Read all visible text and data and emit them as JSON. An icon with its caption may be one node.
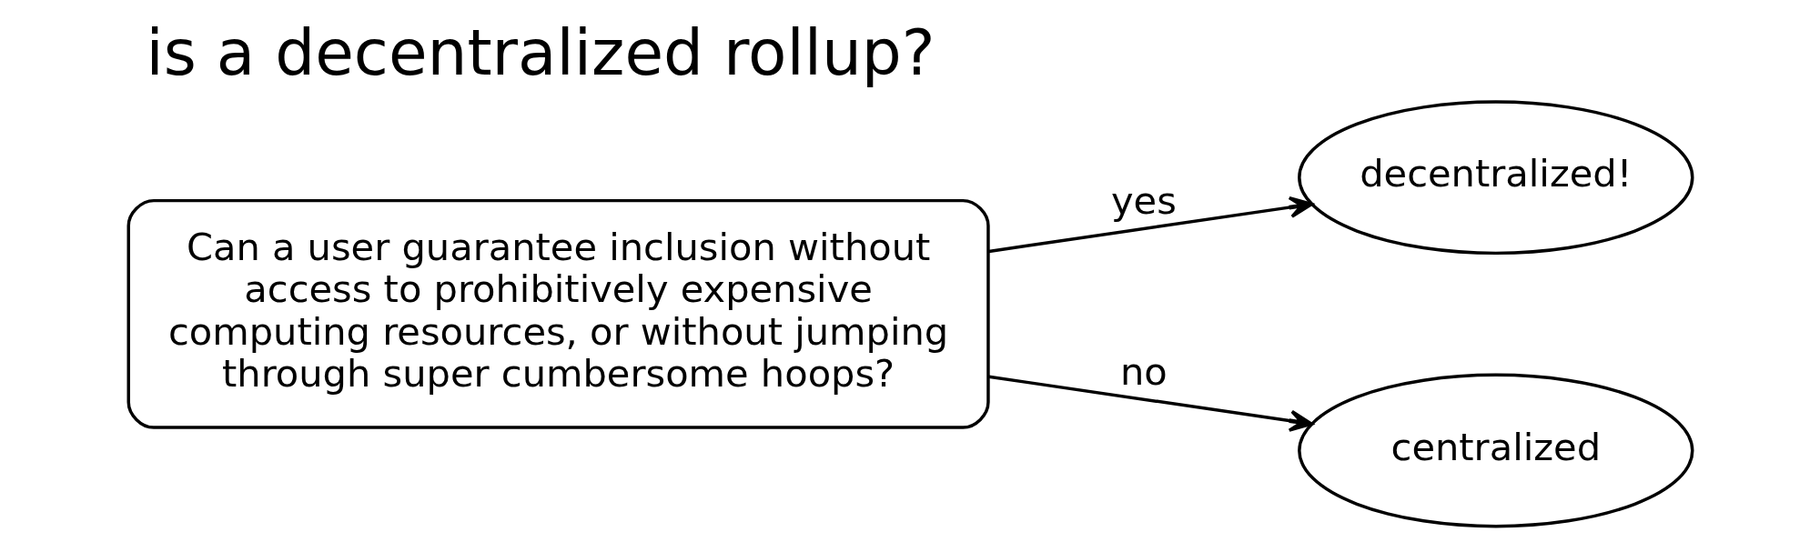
{
  "diagram": {
    "title": "is a decentralized rollup?",
    "nodes": [
      {
        "text": [
          "Can a user guarantee inclusion without access to prohibitively expensive computing resources, or without jumping through super cumbersome hoops?"
        ]
      },
      {
        "text": [
          "decentralized!"
        ]
      },
      {
        "text": [
          "centralized"
        ]
      }
    ],
    "edges": [
      {
        "from": 0,
        "to": 1,
        "arrow": "to",
        "label": "yes"
      },
      {
        "from": 0,
        "to": 2,
        "arrow": "to",
        "label": "no"
      }
    ]
  }
}
